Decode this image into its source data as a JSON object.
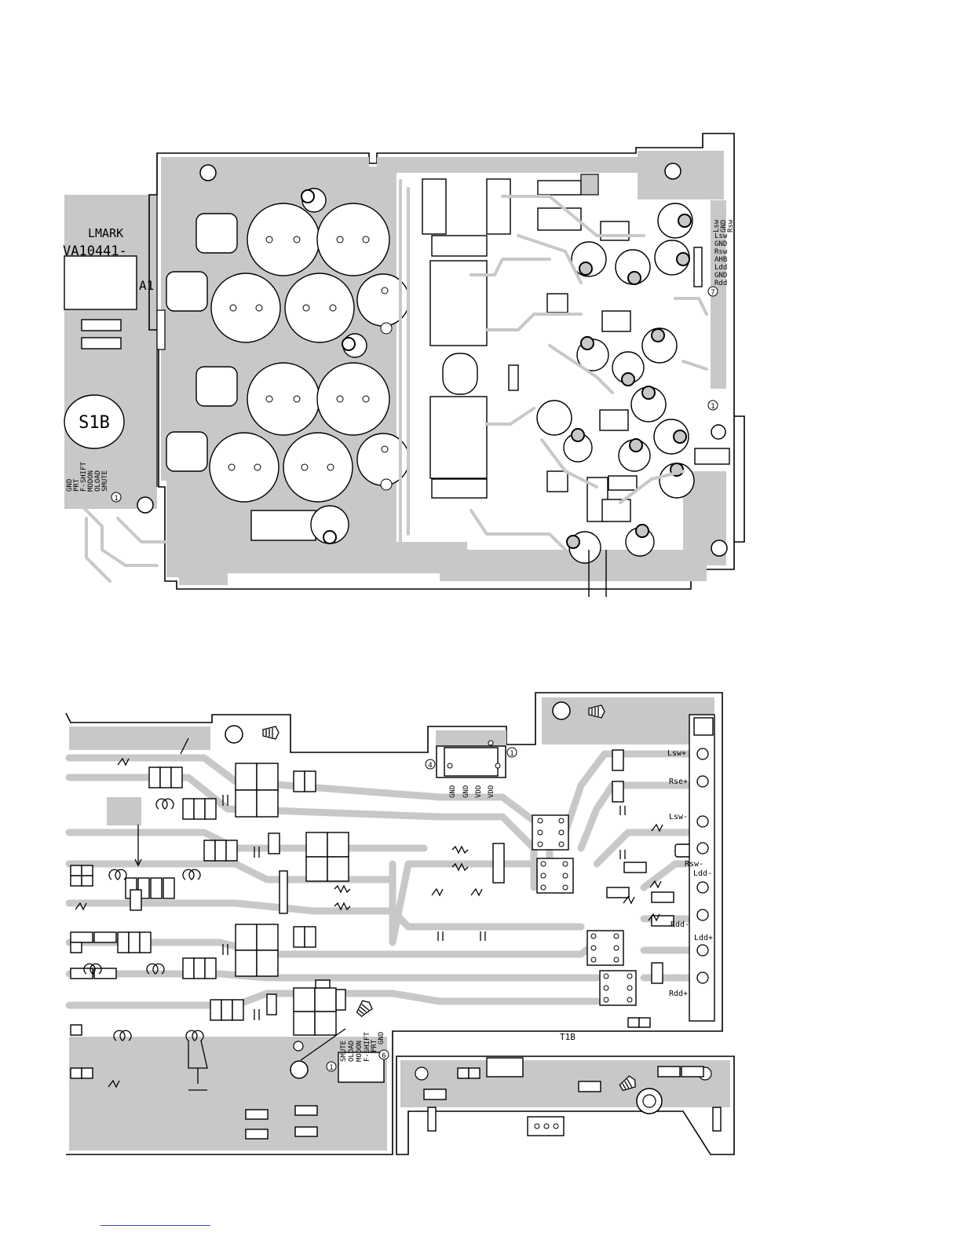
{
  "colors": {
    "copper": "#c8c8c8",
    "ink": "#000000",
    "paper": "#ffffff",
    "footer_rule": "#3a46b0"
  },
  "top_board": {
    "maker_mark": "LMARK",
    "part_number": "VA10441-",
    "board_id": "A1",
    "module_label": "S1B",
    "left_connector": {
      "pins": [
        "GND",
        "PRT",
        "F-SHIFT",
        "MODON",
        "OLOAD",
        "SMUTE"
      ],
      "pin_one_marker": "1"
    },
    "right_connector": {
      "pins": [
        "Lsw",
        "GND",
        "Rsw",
        "AHB",
        "Ldd",
        "GND",
        "Rdd"
      ],
      "pin_marker": "7"
    },
    "right_pin_one_marker": "1"
  },
  "bottom_board": {
    "ic_pins": [
      "GND",
      "GND",
      "VDD",
      "VDD"
    ],
    "ic_pin_markers": [
      "4",
      "1"
    ],
    "output_terminals": [
      "Lsw+",
      "Rse+",
      "Lsw-",
      "Rsw-",
      "Ldd-",
      "Rdd-",
      "Ldd+",
      "Rdd+"
    ],
    "transformer_label": "T1B",
    "bottom_connector": {
      "pins": [
        "SMUTE",
        "OLOAD",
        "MODON",
        "F-SHIFT",
        "PRT",
        "GND"
      ],
      "pin_markers": [
        "1",
        "6"
      ]
    },
    "screw_icon": "screw-icon"
  }
}
